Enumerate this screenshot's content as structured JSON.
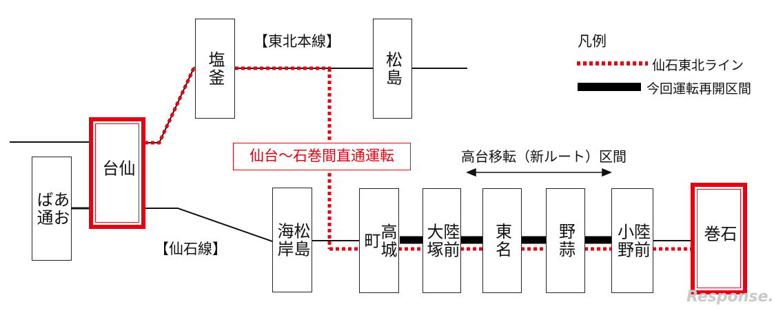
{
  "lines": {
    "tohoku_main": "【東北本線】",
    "senseki": "【仙石線】"
  },
  "callout": "仙台〜石巻間直通運転",
  "new_route": "高台移転（新ルート）区間",
  "legend": {
    "title": "凡例",
    "items": [
      {
        "label": "仙石東北ライン",
        "style": "dotted",
        "color": "#e60012"
      },
      {
        "label": "今回運転再開区間",
        "style": "solid",
        "color": "#000000"
      }
    ]
  },
  "stations": {
    "shiogama": "塩釜",
    "matsushima": "松島",
    "sendai": "仙台",
    "aobadori": "あおば通",
    "matsushima_kaigan": "松島海岸",
    "takagimachi": "高城町",
    "rikuzen_otsuka": "陸前大塚",
    "tona": "東名",
    "nobiru": "野蒜",
    "rikuzen_ono": "陸前小野",
    "ishinomaki": "石巻"
  },
  "watermark": "Response."
}
